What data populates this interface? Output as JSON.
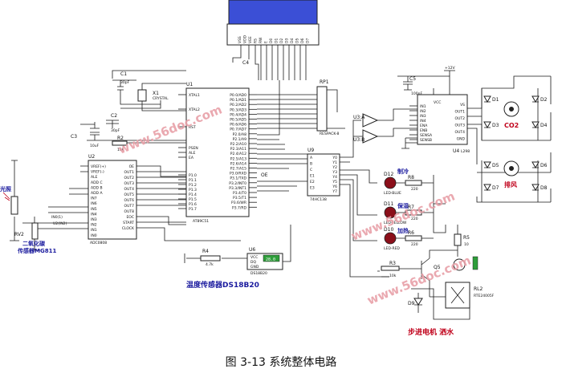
{
  "figure": {
    "caption": "图 3-13  系统整体电路",
    "watermark": "www.56doc.com",
    "colors": {
      "wire": "#1a1a1a",
      "title_blue": "#1a1a9e",
      "title_red": "#c0001a",
      "lcd": "#3b4fd6",
      "watermark": "#e8a0a8"
    }
  },
  "components": {
    "u1": {
      "ref": "U1",
      "part": "AT89C51",
      "left_pins": [
        "XTAL1",
        "XTAL2",
        "RST",
        "PSEN",
        "ALE",
        "EA",
        "P1.0",
        "P1.1",
        "P1.2",
        "P1.3",
        "P1.4",
        "P1.5",
        "P1.6",
        "P1.7"
      ],
      "right_pins": [
        "P0.0/AD0",
        "P0.1/AD1",
        "P0.2/AD2",
        "P0.3/AD3",
        "P0.4/AD4",
        "P0.5/AD5",
        "P0.6/AD6",
        "P0.7/AD7",
        "P2.0/A8",
        "P2.1/A9",
        "P2.2/A10",
        "P2.3/A11",
        "P2.4/A12",
        "P2.5/A13",
        "P2.6/A14",
        "P2.7/A15",
        "P3.0/RXD",
        "P3.1/TXD",
        "P3.2/INT0",
        "P3.3/INT1",
        "P3.4/T0",
        "P3.5/T1",
        "P3.6/WR",
        "P3.7/RD"
      ]
    },
    "u2": {
      "ref": "U2",
      "part": "ADC0808",
      "left_pins": [
        "VREF(+)",
        "VREF(-)",
        "ALE",
        "ADD C",
        "ADD B",
        "ADD A",
        "IN7",
        "IN6",
        "IN5",
        "IN4",
        "IN3",
        "IN2",
        "IN1",
        "IN0"
      ],
      "right_pins": [
        "OE",
        "OUT1",
        "OUT2",
        "OUT3",
        "OUT4",
        "OUT5",
        "OUT6",
        "OUT7",
        "OUT8",
        "EOC",
        "START",
        "CLOCK"
      ]
    },
    "u3a": {
      "ref": "U3:A"
    },
    "u3b": {
      "ref": "U3:B"
    },
    "u4": {
      "ref": "U4",
      "part": "L298",
      "left_pins": [
        "IN1",
        "IN2",
        "IN3",
        "IN4",
        "ENA",
        "ENB",
        "SENSA",
        "SENSB"
      ],
      "right_pins": [
        "VS",
        "OUT1",
        "OUT2",
        "OUT3",
        "OUT4",
        "GND"
      ],
      "top_pin": "VCC"
    },
    "u6": {
      "ref": "U6",
      "part": "DS18B20",
      "pins": [
        "VCC",
        "DQ",
        "GND"
      ],
      "reading": "28.0"
    },
    "u9": {
      "ref": "U9",
      "part": "74HC138",
      "left_pins": [
        "A",
        "B",
        "C",
        "E1",
        "E2",
        "E3"
      ],
      "right_pins": [
        "Y0",
        "Y1",
        "Y2",
        "Y3",
        "Y4",
        "Y5",
        "Y6",
        "Y7"
      ]
    },
    "rp1": {
      "ref": "RP1",
      "part": "RESPACK-8"
    },
    "x1": {
      "ref": "X1",
      "part": "CRYSTAL"
    },
    "c1": {
      "ref": "C1",
      "value": "30pF"
    },
    "c2": {
      "ref": "C2",
      "value": "30pF"
    },
    "c3": {
      "ref": "C3",
      "value": "10uF"
    },
    "c4": {
      "ref": "C4"
    },
    "c5": {
      "ref": "C5",
      "value": "100nF"
    },
    "r2": {
      "ref": "R2",
      "value": "10k"
    },
    "r3": {
      "ref": "R3",
      "value": "10k"
    },
    "r4": {
      "ref": "R4",
      "value": "4.7k"
    },
    "r5": {
      "ref": "R5",
      "value": "10"
    },
    "r6": {
      "ref": "R6",
      "value": "220"
    },
    "r7": {
      "ref": "R7",
      "value": "220"
    },
    "r8": {
      "ref": "R8",
      "value": "220"
    },
    "rv2": {
      "ref": "RV2"
    },
    "q5": {
      "ref": "Q5"
    },
    "rl2": {
      "ref": "RL2",
      "part": "RTE24005F"
    },
    "d9": {
      "ref": "D9"
    },
    "bridge_top": [
      "D1",
      "D2",
      "D3",
      "D4"
    ],
    "bridge_bottom": [
      "D5",
      "D6",
      "D7",
      "D8"
    ],
    "d10": {
      "ref": "D10",
      "part": "LED-RED"
    },
    "d11": {
      "ref": "D11",
      "part": "LED-YELLOW"
    },
    "d12": {
      "ref": "D12",
      "part": "LED-BLUE"
    },
    "lcd_pins": [
      "VSS",
      "VDD",
      "VEE",
      "RS",
      "RW",
      "E",
      "D0",
      "D1",
      "D2",
      "D3",
      "D4",
      "D5",
      "D6",
      "D7"
    ],
    "supply": "+12V"
  },
  "labels": {
    "light_sensor": "光照",
    "co2_sensor_line1": "二氧化碳",
    "co2_sensor_line2": "传感器MG811",
    "temp_sensor": "温度传感器DS18B20",
    "co2": "CO2",
    "exhaust": "排风",
    "cooling": "制冷",
    "heating": "加热",
    "warming": "保湿",
    "stepper": "步进电机 洒水",
    "net_in0": "IN0(1)",
    "net_in2": "U2(IN2)",
    "net_oe": "OE"
  }
}
